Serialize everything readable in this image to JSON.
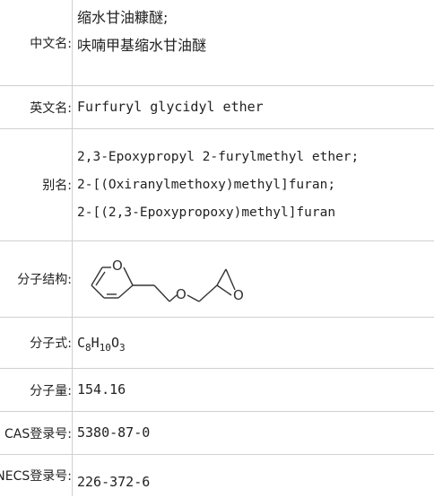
{
  "rows": {
    "cn_name": {
      "label": "中文名:",
      "lines": [
        "缩水甘油糠醚;",
        "呋喃甲基缩水甘油醚"
      ]
    },
    "en_name": {
      "label": "英文名:",
      "value": "Furfuryl glycidyl ether"
    },
    "alias": {
      "label": "别名:",
      "lines": [
        "2,3-Epoxypropyl 2-furylmethyl ether;",
        "2-[(Oxiranylmethoxy)methyl]furan;",
        "2-[(2,3-Epoxypropoxy)methyl]furan"
      ]
    },
    "structure": {
      "label": "分子结构:"
    },
    "formula": {
      "label": "分子式:",
      "parts": [
        "C",
        "8",
        "H",
        "10",
        "O",
        "3"
      ]
    },
    "mw": {
      "label": "分子量:",
      "value": "154.16"
    },
    "cas": {
      "label": "CAS登录号:",
      "value": "5380-87-0"
    },
    "einecs": {
      "label": "EINECS登录号:",
      "value": "226-372-6"
    }
  },
  "structure_atoms": {
    "o1": "O",
    "o2": "O",
    "o3": "O"
  }
}
